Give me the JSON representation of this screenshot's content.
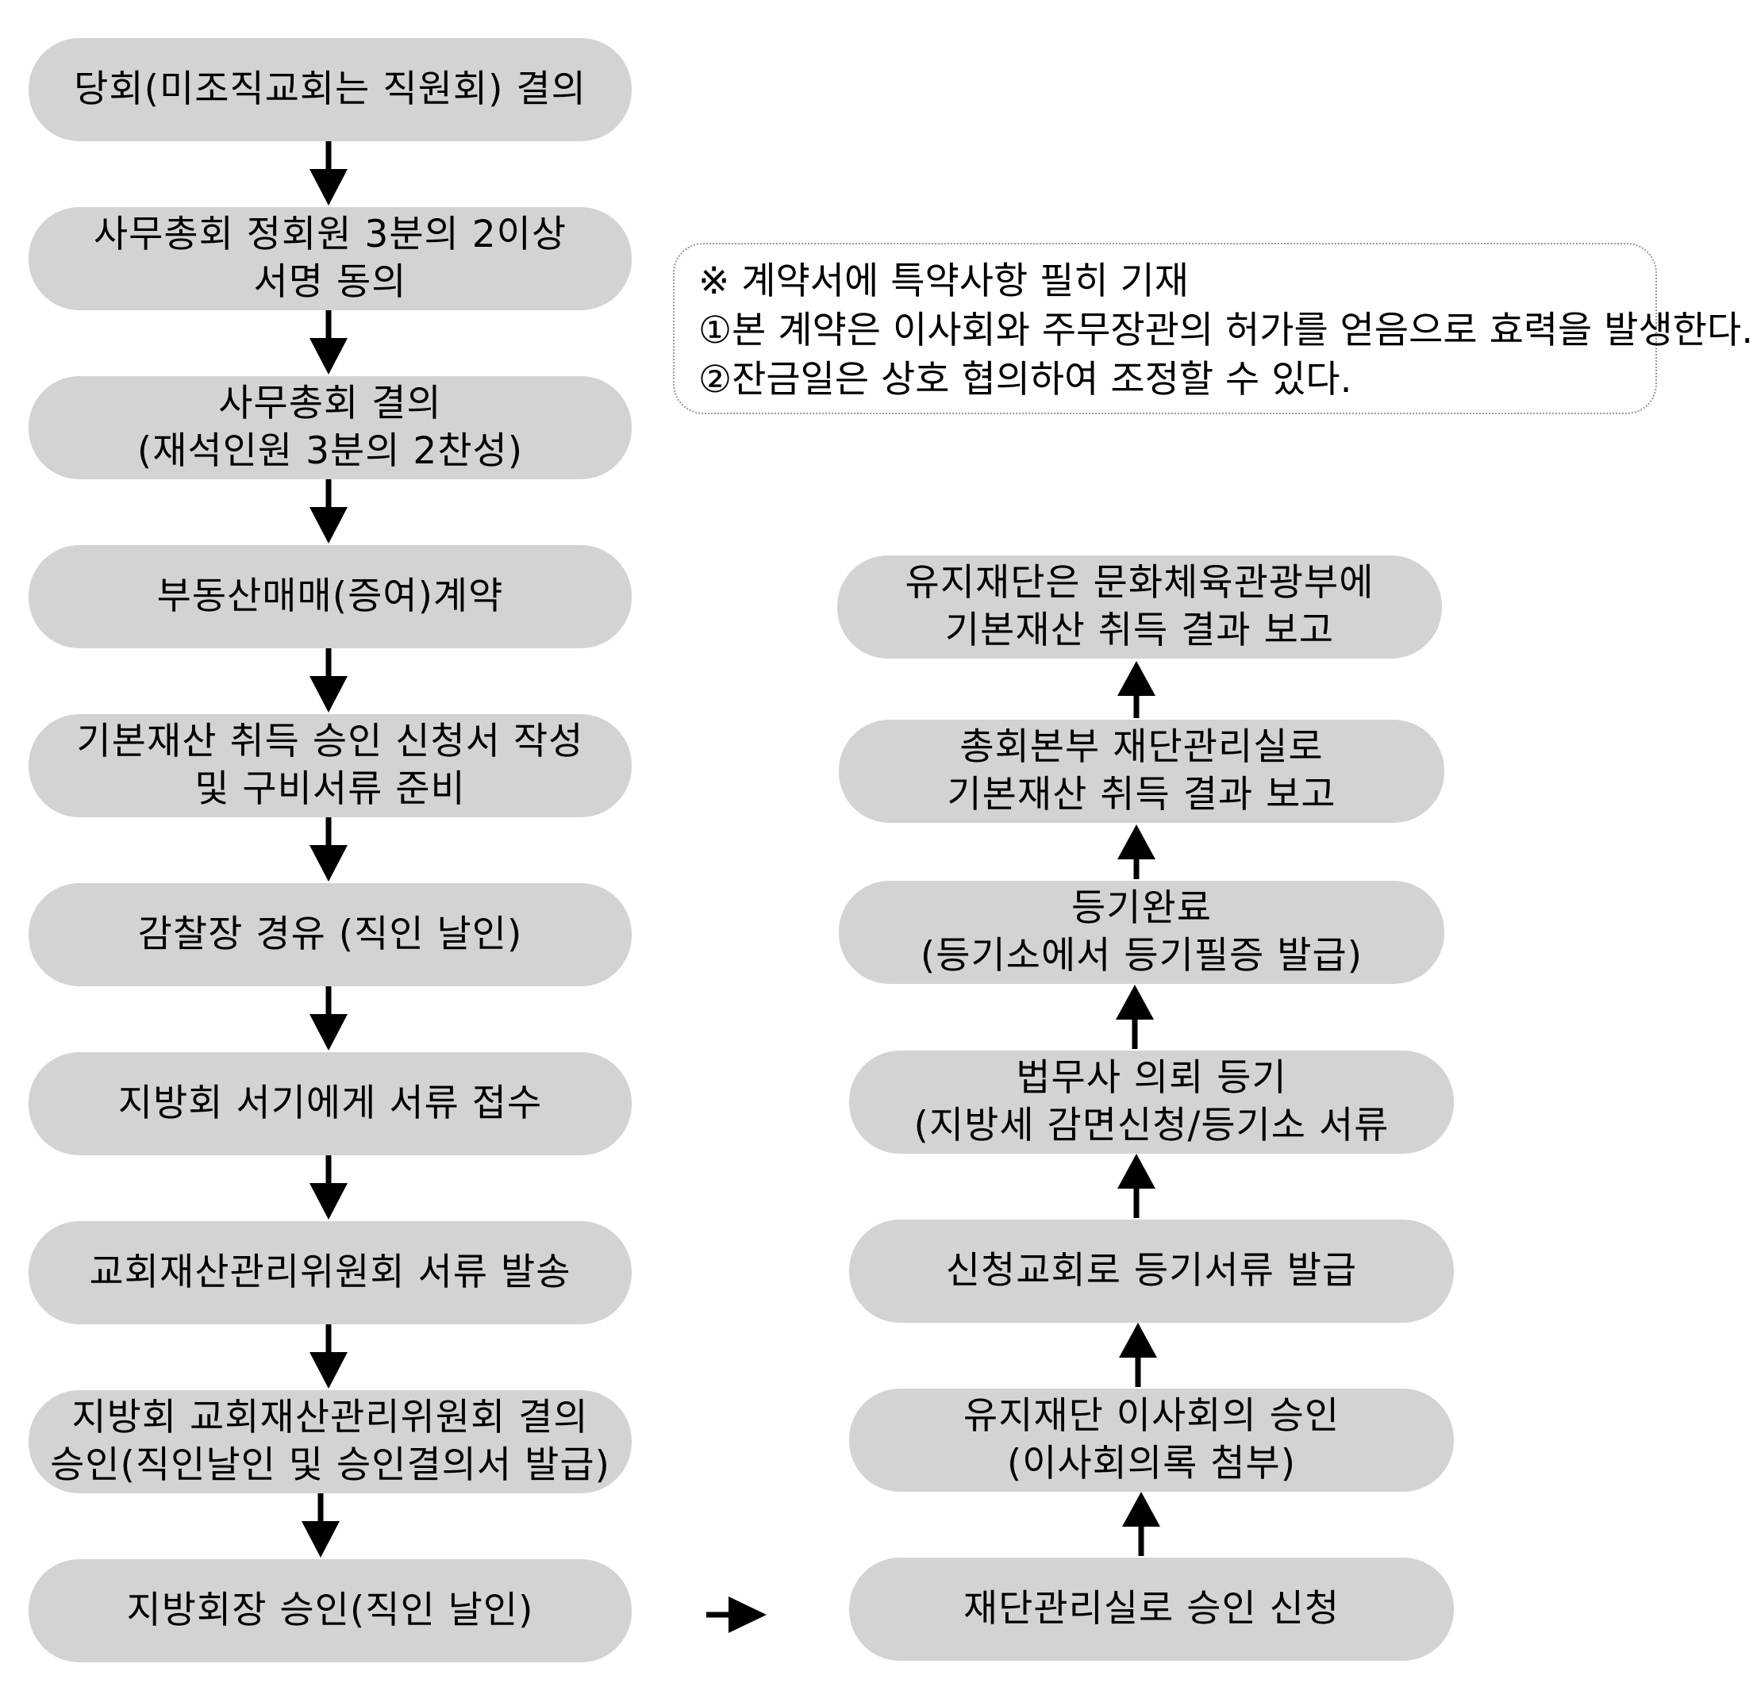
{
  "left_steps": [
    {
      "lines": [
        "당회(미조직교회는 직원회) 결의"
      ]
    },
    {
      "lines": [
        "사무총회 정회원 3분의 2이상",
        "서명 동의"
      ]
    },
    {
      "lines": [
        "사무총회 결의",
        "(재석인원 3분의 2찬성)"
      ]
    },
    {
      "lines": [
        "부동산매매(증여)계약"
      ]
    },
    {
      "lines": [
        "기본재산 취득 승인 신청서 작성",
        "및 구비서류 준비"
      ]
    },
    {
      "lines": [
        "감찰장 경유 (직인 날인)"
      ]
    },
    {
      "lines": [
        "지방회 서기에게 서류 접수"
      ]
    },
    {
      "lines": [
        "교회재산관리위원회 서류 발송"
      ]
    },
    {
      "lines": [
        "지방회 교회재산관리위원회 결의",
        "승인(직인날인 및 승인결의서 발급)"
      ]
    },
    {
      "lines": [
        "지방회장 승인(직인 날인)"
      ]
    }
  ],
  "right_steps": [
    {
      "lines": [
        "유지재단은 문화체육관광부에",
        "기본재산 취득 결과 보고"
      ]
    },
    {
      "lines": [
        "총회본부 재단관리실로",
        "기본재산 취득 결과 보고"
      ]
    },
    {
      "lines": [
        "등기완료",
        "(등기소에서 등기필증 발급)"
      ]
    },
    {
      "lines": [
        "법무사 의뢰 등기",
        "(지방세 감면신청/등기소 서류"
      ]
    },
    {
      "lines": [
        "신청교회로 등기서류 발급"
      ]
    },
    {
      "lines": [
        "유지재단 이사회의 승인",
        "(이사회의록 첨부)"
      ]
    },
    {
      "lines": [
        "재단관리실로 승인 신청"
      ]
    }
  ],
  "note": {
    "lines": [
      "※ 계약서에 특약사항 필히 기재",
      "①본 계약은 이사회와 주무장관의 허가를 얻음으로 효력을 발생한다.",
      "②잔금일은 상호 협의하여 조정할 수 있다."
    ]
  }
}
